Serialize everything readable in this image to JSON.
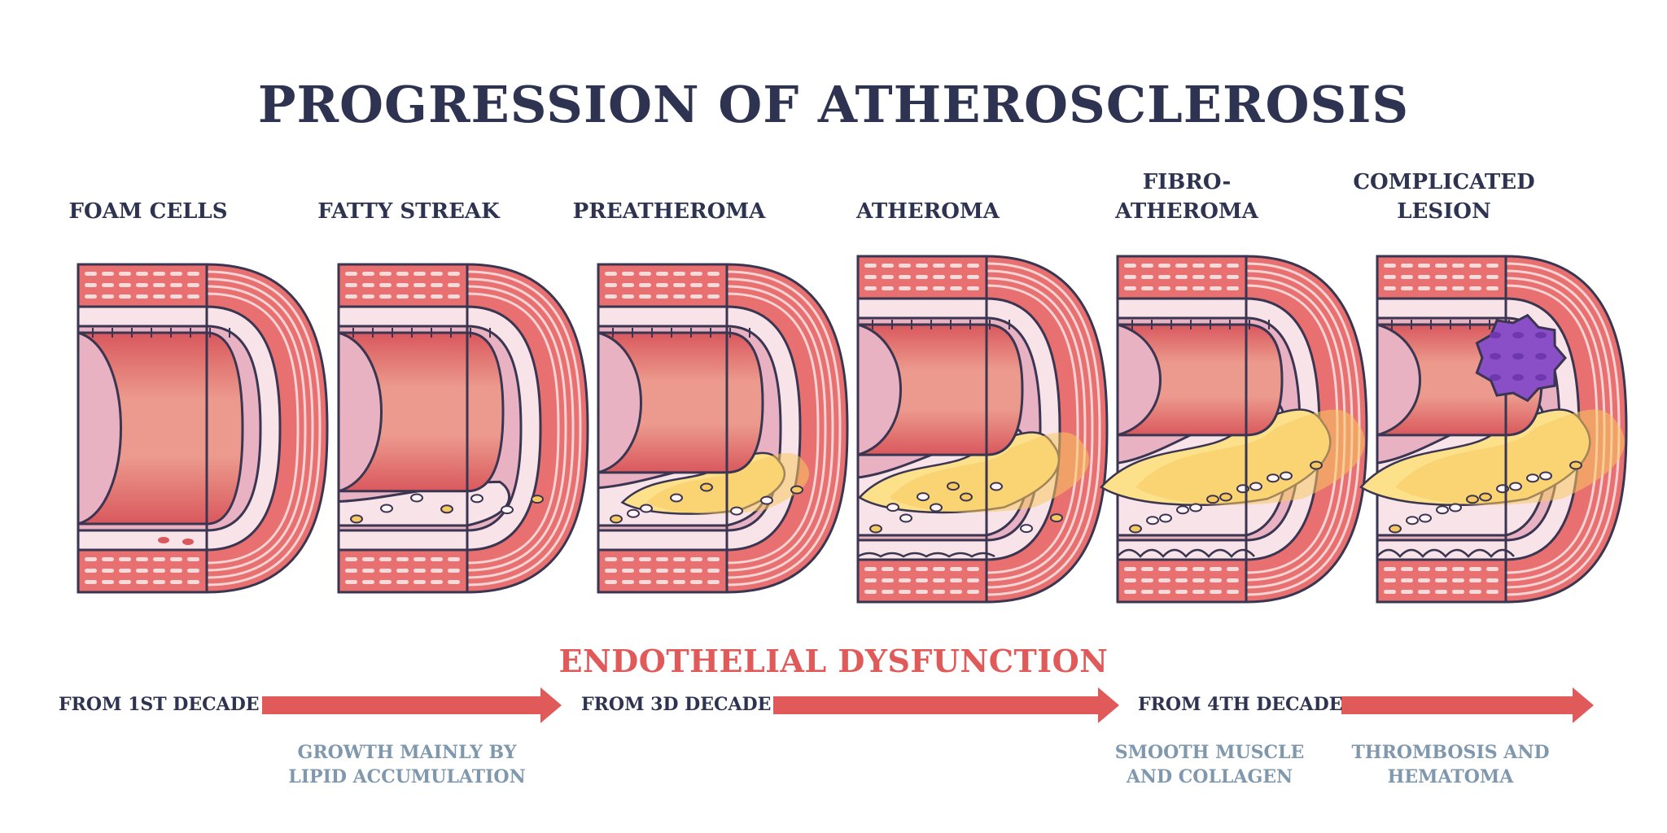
{
  "title": "PROGRESSION OF ATHEROSCLEROSIS",
  "colors": {
    "title": "#2d3350",
    "accent": "#e05a5a",
    "note": "#7f98ad",
    "outline": "#3a3550",
    "lumen_dark": "#d9585d",
    "lumen_light": "#ec9a8d",
    "intima": "#e9b2c3",
    "media": "#f8e3e8",
    "wall": "#e87070",
    "plaque": "#f7c960",
    "plaque_light": "#fde08a",
    "thrombus": "#8a4fc6"
  },
  "stages": [
    {
      "id": "foam-cells",
      "lines": [
        "FOAM CELLS"
      ]
    },
    {
      "id": "fatty-streak",
      "lines": [
        "FATTY STREAK"
      ]
    },
    {
      "id": "preatheroma",
      "lines": [
        "PREATHEROMA"
      ]
    },
    {
      "id": "atheroma",
      "lines": [
        "ATHEROMA"
      ]
    },
    {
      "id": "fibro-atheroma",
      "lines": [
        "FIBRO-",
        "ATHEROMA"
      ]
    },
    {
      "id": "complicated-lesion",
      "lines": [
        "COMPLICATED",
        "LESION"
      ]
    }
  ],
  "endothelial": "ENDOTHELIAL DYSFUNCTION",
  "decades": [
    "FROM 1ST DECADE",
    "FROM 3D DECADE",
    "FROM 4TH DECADE"
  ],
  "notes": [
    {
      "id": "growth",
      "lines": [
        "GROWTH MAINLY BY",
        "LIPID ACCUMULATION"
      ]
    },
    {
      "id": "smooth-muscle",
      "lines": [
        "SMOOTH MUSCLE",
        "AND COLLAGEN"
      ]
    },
    {
      "id": "thrombosis",
      "lines": [
        "THROMBOSIS AND",
        "HEMATOMA"
      ]
    }
  ]
}
